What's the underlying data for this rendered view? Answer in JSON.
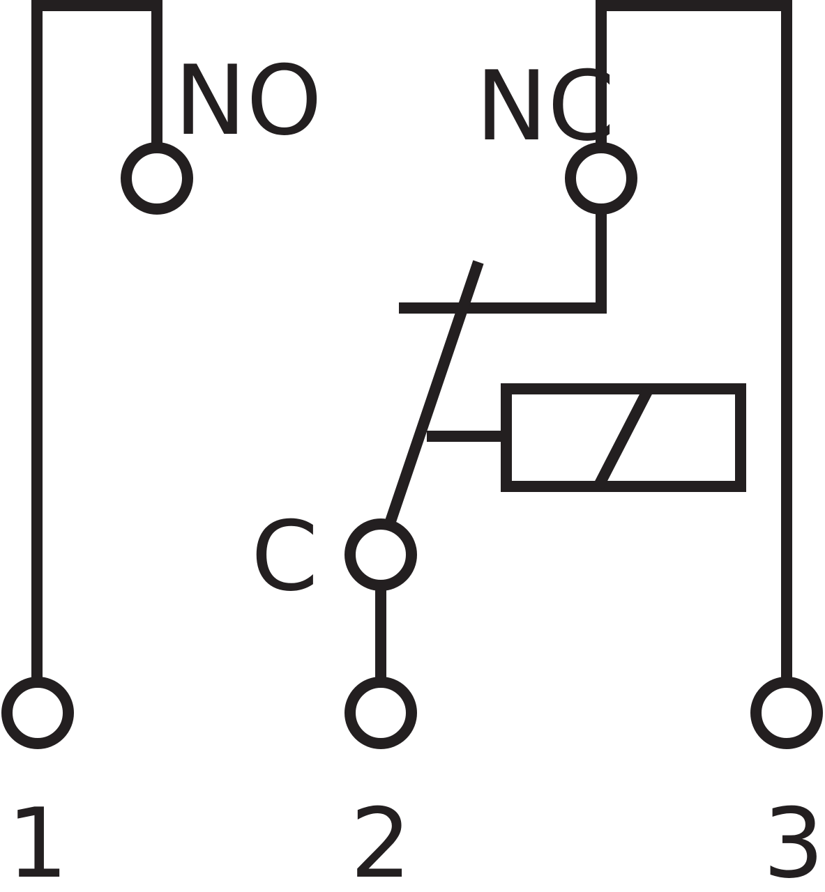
{
  "colors": {
    "stroke": "#231f20",
    "background": "#ffffff"
  },
  "contacts": {
    "no": "NO",
    "nc": "NC",
    "common": "C"
  },
  "pins": [
    "1",
    "2",
    "3"
  ]
}
